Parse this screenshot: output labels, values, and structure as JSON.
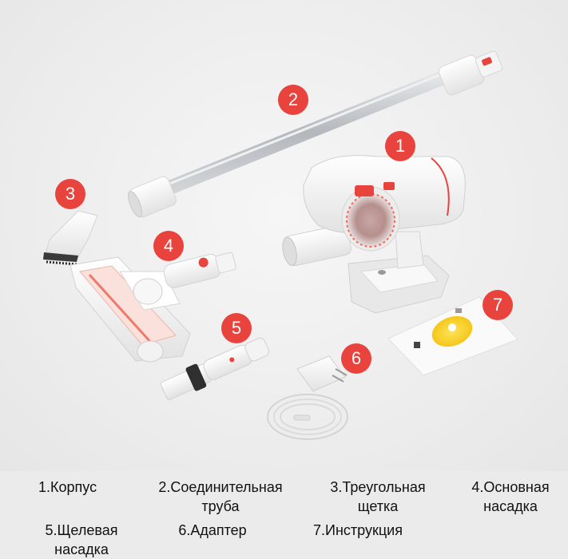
{
  "colors": {
    "accent": "#e8433c",
    "body": "#f7f7f7",
    "tube": "#b9bcc0",
    "background": "#ebebeb"
  },
  "badges": [
    "1",
    "2",
    "3",
    "4",
    "5",
    "6",
    "7"
  ],
  "captions": [
    {
      "line1": "1.Корпус",
      "line2": ""
    },
    {
      "line1": "2.Соединительная",
      "line2": "труба"
    },
    {
      "line1": "3.Треугольная",
      "line2": "щетка"
    },
    {
      "line1": "4.Основная",
      "line2": "насадка"
    },
    {
      "line1": "5.Щелевая",
      "line2": "насадка"
    },
    {
      "line1": "6.Адаптер",
      "line2": ""
    },
    {
      "line1": "7.Инструкция",
      "line2": ""
    }
  ]
}
